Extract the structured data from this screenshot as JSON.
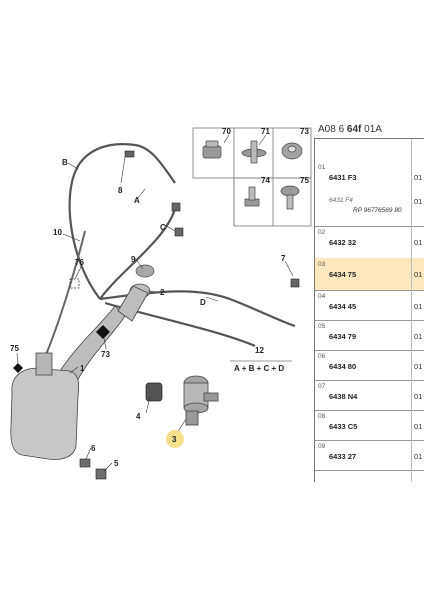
{
  "header": {
    "prefix": "A08 6",
    "group": "64f",
    "suffix": "01A"
  },
  "callouts": {
    "n1": "1",
    "n2": "2",
    "n3": "3",
    "n4": "4",
    "n5": "5",
    "n6": "6",
    "n7": "7",
    "n8": "8",
    "n9": "9",
    "n10": "10",
    "n12": "12",
    "n70": "70",
    "n71": "71",
    "n73": "73",
    "n73b": "73",
    "n74": "74",
    "n75": "75",
    "n75b": "75",
    "n76": "76",
    "lA": "A",
    "lB": "B",
    "lC": "C",
    "lD": "D",
    "formula": "A + B + C + D"
  },
  "parts": [
    {
      "idx": "01",
      "code": "6431 F3",
      "qty": "01",
      "sub_code": "6431 F4",
      "sub_ref": "RP 96776569 80",
      "sub_qty": "01"
    },
    {
      "idx": "02",
      "code": "6432 32",
      "qty": "01"
    },
    {
      "idx": "03",
      "code": "6434 75",
      "qty": "01",
      "highlight": true
    },
    {
      "idx": "04",
      "code": "6434 45",
      "qty": "01"
    },
    {
      "idx": "05",
      "code": "6434 79",
      "qty": "01"
    },
    {
      "idx": "06",
      "code": "6434 80",
      "qty": "01"
    },
    {
      "idx": "07",
      "code": "6438 N4",
      "qty": "01"
    },
    {
      "idx": "08",
      "code": "6433 C5",
      "qty": "01"
    },
    {
      "idx": "09",
      "code": "6433 27",
      "qty": "01"
    }
  ],
  "colors": {
    "highlight": "#fde7bd",
    "callout_circle": "#f6e08e",
    "tank": "#c7c7c7"
  }
}
